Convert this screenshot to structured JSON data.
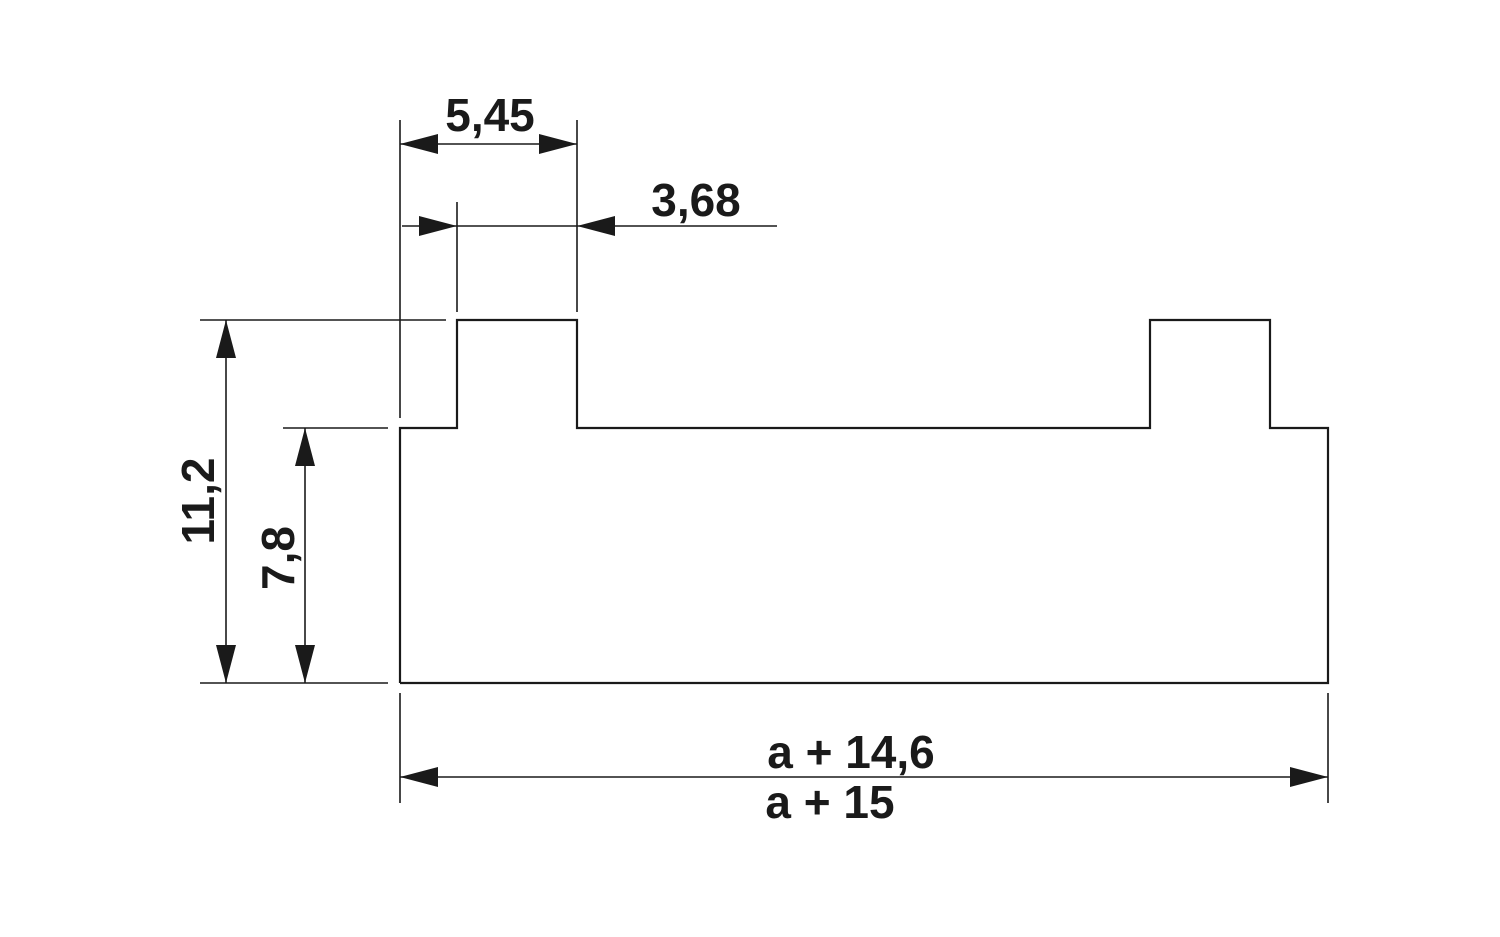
{
  "dimensions": {
    "tab_width": "5,45",
    "tab_top_width": "3,68",
    "total_height": "11,2",
    "body_height": "7,8",
    "length_min": "a + 14,6",
    "length_max": "a + 15"
  },
  "colors": {
    "line": "#1a1a1a",
    "background": "#ffffff"
  }
}
